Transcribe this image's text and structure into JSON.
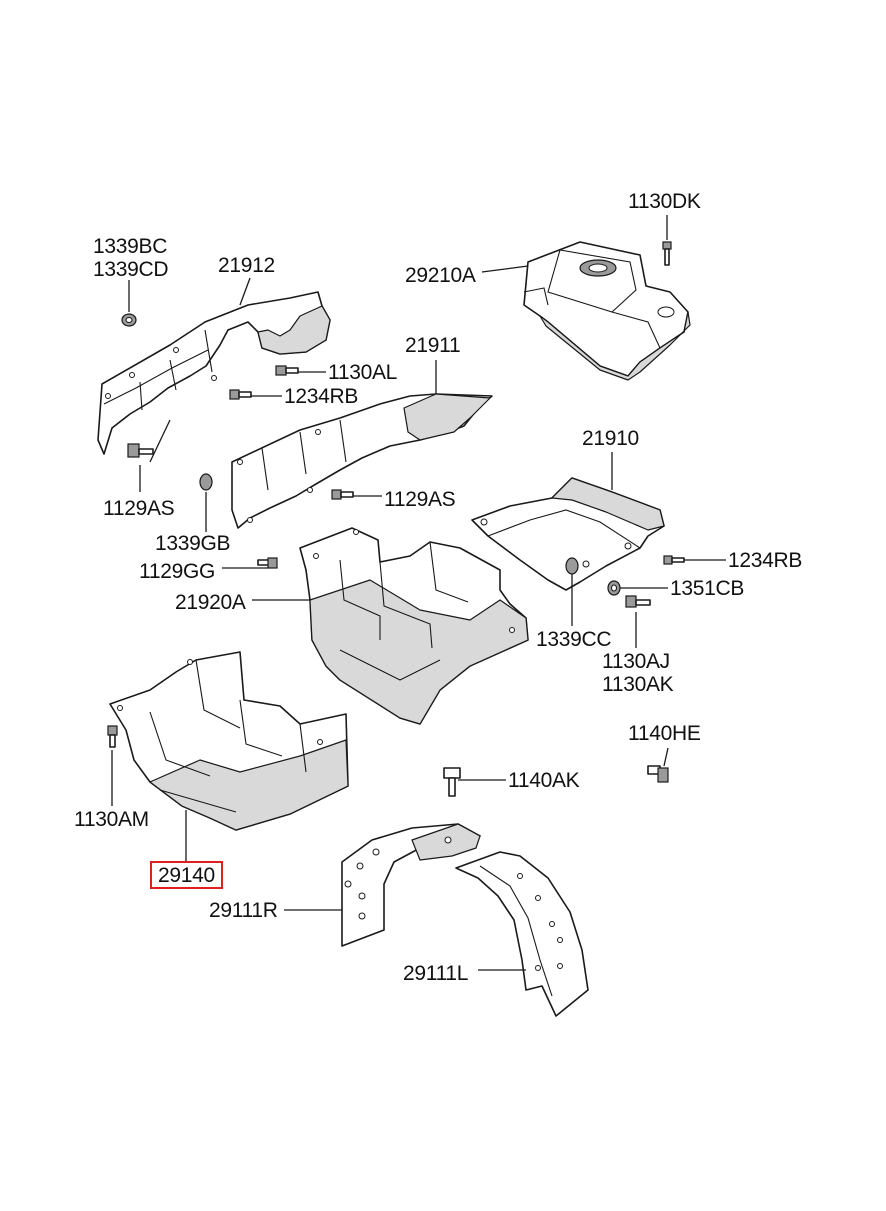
{
  "diagram": {
    "highlight_color": "#e02020",
    "labels": {
      "l_1130DK": "1130DK",
      "l_1339BC": "1339BC",
      "l_1339CD": "1339CD",
      "l_21912": "21912",
      "l_29210A": "29210A",
      "l_1130AL": "1130AL",
      "l_21911": "21911",
      "l_1234RB_a": "1234RB",
      "l_21910": "21910",
      "l_1129AS_a": "1129AS",
      "l_1129AS_b": "1129AS",
      "l_1339GB": "1339GB",
      "l_1234RB_b": "1234RB",
      "l_1129GG": "1129GG",
      "l_1351CB": "1351CB",
      "l_21920A": "21920A",
      "l_1339CC": "1339CC",
      "l_1130AJ": "1130AJ",
      "l_1130AK": "1130AK",
      "l_1140HE": "1140HE",
      "l_1140AK": "1140AK",
      "l_1130AM": "1130AM",
      "l_29140": "29140",
      "l_29111R": "29111R",
      "l_29111L": "29111L"
    }
  }
}
